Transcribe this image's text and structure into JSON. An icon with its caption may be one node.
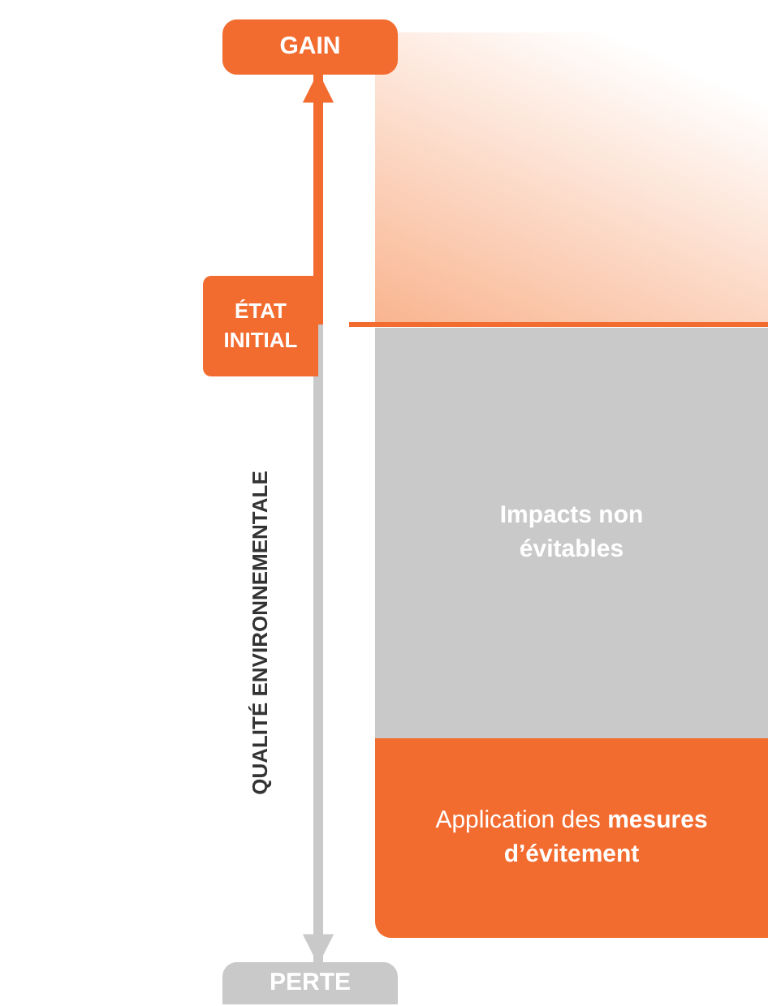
{
  "diagram": {
    "nodes": [
      {
        "text": [
          "GAIN"
        ]
      },
      {
        "text": [
          "ÉTAT INITIAL"
        ]
      },
      {
        "text": [
          "PERTE"
        ]
      },
      {
        "text": [
          "Impacts non évitables"
        ]
      },
      {
        "text": [
          "Application des **mesures d’évitement**"
        ]
      },
      {
        "text": [],
        "shape": "band"
      }
    ],
    "edges": [
      {
        "from": 1,
        "to": 0,
        "arrow": "to",
        "color": "#f26b2f"
      },
      {
        "from": 1,
        "to": 2,
        "arrow": "to",
        "color": "#c9c9c9"
      }
    ],
    "labels": [
      "QUALITÉ ENVIRONNEMENTALE"
    ]
  }
}
